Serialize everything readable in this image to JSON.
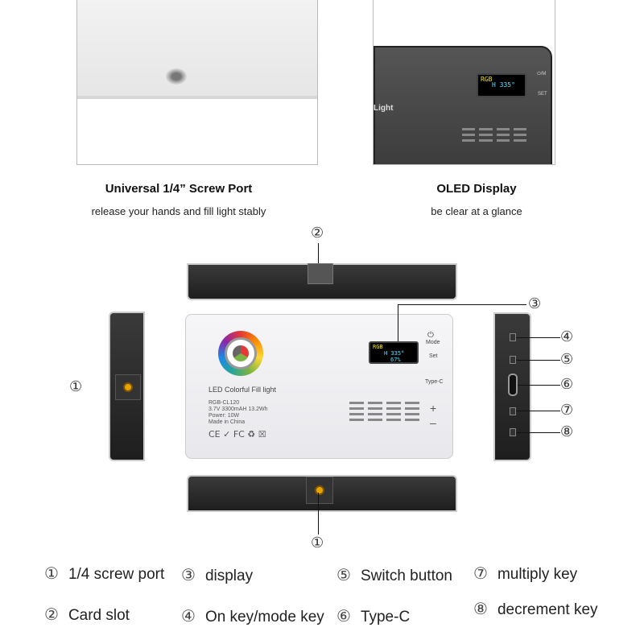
{
  "features": [
    {
      "title": "Universal 1/4” Screw Port",
      "subtitle": "release your hands and fill light stably"
    },
    {
      "title": "OLED Display",
      "subtitle": "be clear at a glance"
    }
  ],
  "device": {
    "brand_text": "LED Colorful Fill light",
    "model": "RGB-CL120",
    "battery": "3.7V 3300mAH 13.2Wh",
    "power": "Power: 10W",
    "origin": "Made in China",
    "certs": "CE ✓ FC ♻ ☒",
    "mode_label": "Mode",
    "set_label": "Set",
    "typec_label": "Type-C",
    "plus": "+",
    "minus": "–",
    "photo_light": "Light",
    "photo_mode": "⏻/M",
    "photo_set": "SET",
    "oled": {
      "mode": "RGB",
      "hue": "H 335°",
      "brightness": "67%"
    }
  },
  "callouts": {
    "c1": "①",
    "c2": "②",
    "c3": "③",
    "c4": "④",
    "c5": "⑤",
    "c6": "⑥",
    "c7": "⑦",
    "c8": "⑧"
  },
  "legend": [
    {
      "num": "①",
      "label": "1/4 screw port"
    },
    {
      "num": "③",
      "label": "display"
    },
    {
      "num": "⑤",
      "label": "Switch button"
    },
    {
      "num": "⑦",
      "label": "multiply key"
    },
    {
      "num": "②",
      "label": "Card slot"
    },
    {
      "num": "④",
      "label": "On key/mode key"
    },
    {
      "num": "⑥",
      "label": "Type-C"
    },
    {
      "num": "⑧",
      "label": "decrement key"
    }
  ],
  "colors": {
    "oled_yellow": "#f2e400",
    "oled_cyan": "#5fe0ff",
    "body_white": "#f1f1f3",
    "dark_body": "#2a2a2a"
  }
}
